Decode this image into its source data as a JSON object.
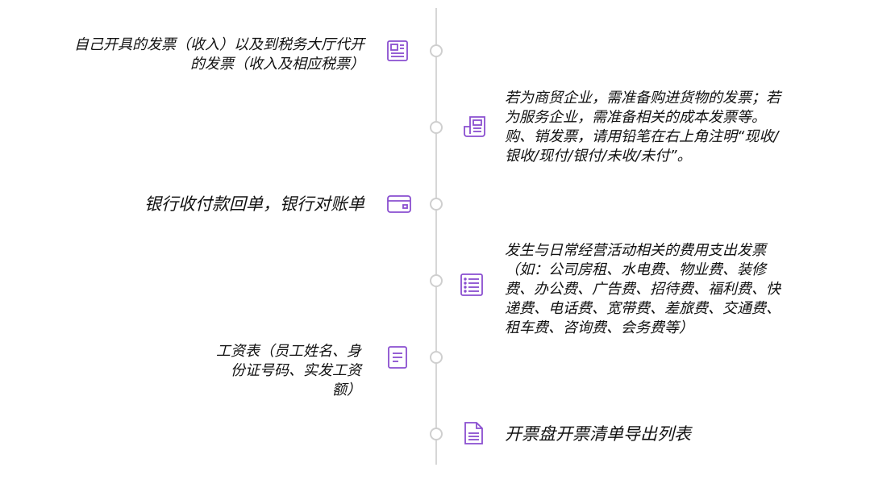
{
  "accent_color": "#8a4fd0",
  "items": [
    {
      "side": "left",
      "icon": "newspaper-icon",
      "text": "自己开具的发票（收入）以及到税务大厅代开的发票（收入及相应税票）"
    },
    {
      "side": "right",
      "icon": "receipt-icon",
      "text": "若为商贸企业，需准备购进货物的发票；若为服务企业，需准备相关的成本发票等。购、销发票，请用铅笔在右上角注明“现收/银收/现付/银付/未收/未付”。"
    },
    {
      "side": "left",
      "icon": "bank-card-icon",
      "text": "银行收付款回单，银行对账单"
    },
    {
      "side": "right",
      "icon": "list-icon",
      "text": "发生与日常经营活动相关的费用支出发票（如：公司房租、水电费、物业费、装修费、办公费、广告费、招待费、福利费、快递费、电话费、宽带费、差旅费、交通费、租车费、咨询费、会务费等）"
    },
    {
      "side": "left",
      "icon": "document-icon",
      "text": "工资表（员工姓名、身份证号码、实发工资额）"
    },
    {
      "side": "right",
      "icon": "file-icon",
      "text": "开票盘开票清单导出列表"
    }
  ]
}
